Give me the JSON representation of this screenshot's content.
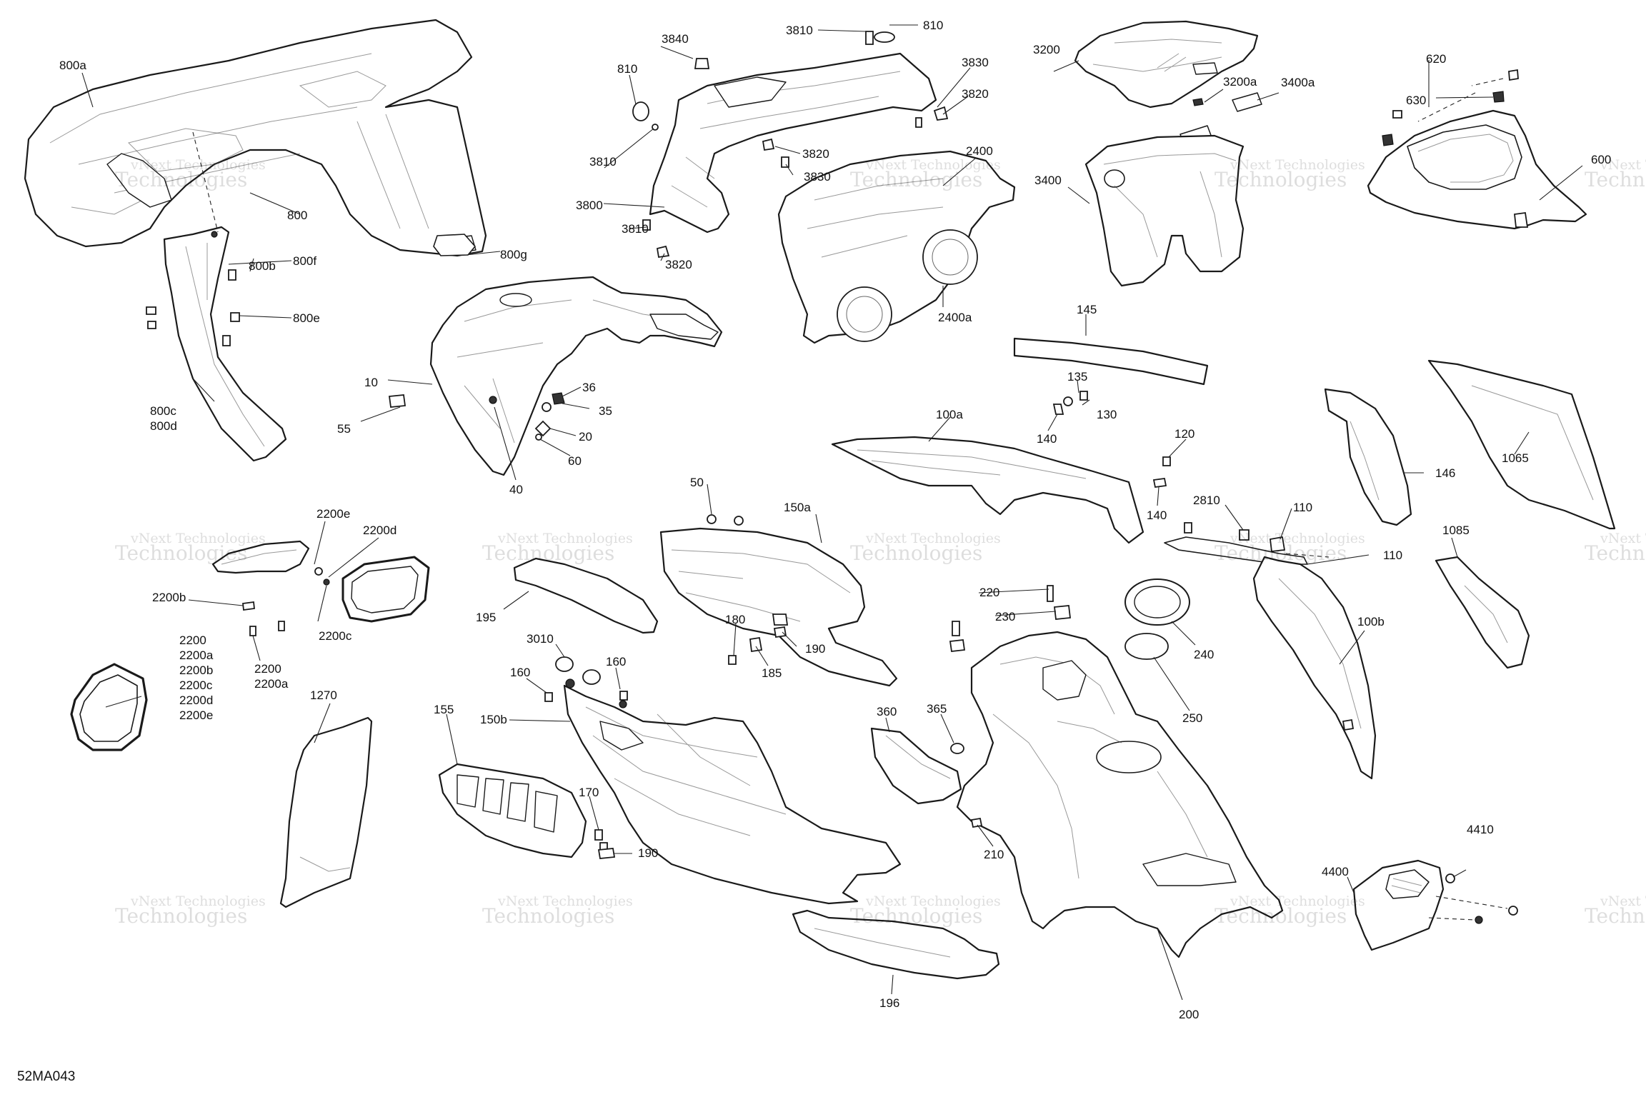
{
  "diagram_code": "52MA043",
  "watermark": {
    "line1": "vNext Technologies",
    "line2": "Technologies",
    "positions": [
      "top-left",
      "top-center",
      "top-middle",
      "top-right",
      "far-right",
      "mid-left",
      "mid-center",
      "mid-middle",
      "mid-right",
      "lower-left",
      "lower-center",
      "lower-middle",
      "lower-right"
    ]
  },
  "callouts": {
    "c800a": "800a",
    "c800": "800",
    "c800b": "800b",
    "c800f": "800f",
    "c800e": "800e",
    "c800g": "800g",
    "c800c": "800c",
    "c800d": "800d",
    "c3840": "3840",
    "c3810top": "3810",
    "c810top": "810",
    "c810": "810",
    "c3830top": "3830",
    "c3820top": "3820",
    "c3810mid": "3810",
    "c3820mid": "3820",
    "c3830mid": "3830",
    "c3800": "3800",
    "c3810low": "3810",
    "c3820low": "3820",
    "c2400": "2400",
    "c2400a": "2400a",
    "c3200": "3200",
    "c3200a": "3200a",
    "c3400a": "3400a",
    "c3400": "3400",
    "c620": "620",
    "c630": "630",
    "c600": "600",
    "c10": "10",
    "c55": "55",
    "c36": "36",
    "c35": "35",
    "c20": "20",
    "c60": "60",
    "c40": "40",
    "c145": "145",
    "c135": "135",
    "c130": "130",
    "c140a": "140",
    "c100a": "100a",
    "c120": "120",
    "c140b": "140",
    "c146": "146",
    "c1065": "1065",
    "c1085": "1085",
    "c2810": "2810",
    "c110a": "110",
    "c110b": "110",
    "c100b": "100b",
    "c2200e": "2200e",
    "c2200d": "2200d",
    "c2200b": "2200b",
    "c2200c": "2200c",
    "c2200": "2200",
    "c2200a": "2200a",
    "stack2200": [
      "2200",
      "2200a",
      "2200b",
      "2200c",
      "2200d",
      "2200e"
    ],
    "c195": "195",
    "c50": "50",
    "c150a": "150a",
    "c180": "180",
    "c185": "185",
    "c190a": "190",
    "c3010": "3010",
    "c160a": "160",
    "c160b": "160",
    "c150b": "150b",
    "c155": "155",
    "c170": "170",
    "c190b": "190",
    "c1270": "1270",
    "c360": "360",
    "c365": "365",
    "c210": "210",
    "c220": "220",
    "c230": "230",
    "c240": "240",
    "c250": "250",
    "c200": "200",
    "c196": "196",
    "c4410": "4410",
    "c4400": "4400"
  }
}
